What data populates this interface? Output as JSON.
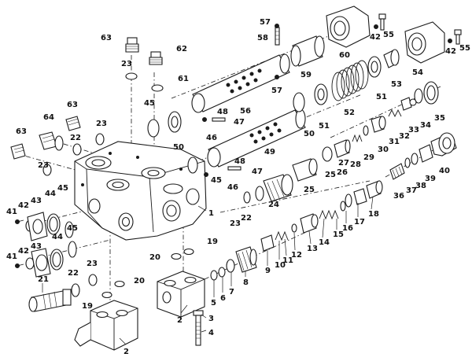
{
  "colors": {
    "ink": "#1a1a1a",
    "paper": "#ffffff"
  },
  "callouts": {
    "n1": "1",
    "n2": "2",
    "n2b": "2",
    "n3": "3",
    "n4": "4",
    "n5": "5",
    "n6": "6",
    "n7": "7",
    "n8": "8",
    "n9": "9",
    "n10": "10",
    "n11": "11",
    "n12": "12",
    "n13": "13",
    "n14": "14",
    "n15": "15",
    "n16": "16",
    "n17": "17",
    "n18": "18",
    "n19a": "19",
    "n19b": "19",
    "n20a": "20",
    "n20b": "20",
    "n21": "21",
    "n22a": "22",
    "n22b": "22",
    "n22c": "22",
    "n23a": "23",
    "n23b": "23",
    "n23c": "23",
    "n23d": "23",
    "n23e": "23",
    "n24": "24",
    "n25a": "25",
    "n25b": "25",
    "n26": "26",
    "n27": "27",
    "n28": "28",
    "n29": "29",
    "n30": "30",
    "n31": "31",
    "n32": "32",
    "n33": "33",
    "n34": "34",
    "n35": "35",
    "n36": "36",
    "n37": "37",
    "n38": "38",
    "n39": "39",
    "n40": "40",
    "n41a": "41",
    "n41b": "41",
    "n42a": "42",
    "n42b": "42",
    "n42c": "42",
    "n42d": "42",
    "n43a": "43",
    "n43b": "43",
    "n44a": "44",
    "n44b": "44",
    "n45a": "45",
    "n45b": "45",
    "n45c": "45",
    "n45d": "45",
    "n46a": "46",
    "n46b": "46",
    "n47a": "47",
    "n47b": "47",
    "n48a": "48",
    "n48b": "48",
    "n49": "49",
    "n50a": "50",
    "n50b": "50",
    "n51a": "51",
    "n51b": "51",
    "n52": "52",
    "n53": "53",
    "n54": "54",
    "n55a": "55",
    "n55b": "55",
    "n56": "56",
    "n57a": "57",
    "n57b": "57",
    "n58": "58",
    "n59": "59",
    "n60": "60",
    "n61": "61",
    "n62": "62",
    "n63a": "63",
    "n63b": "63",
    "n63c": "63",
    "n64": "64"
  }
}
